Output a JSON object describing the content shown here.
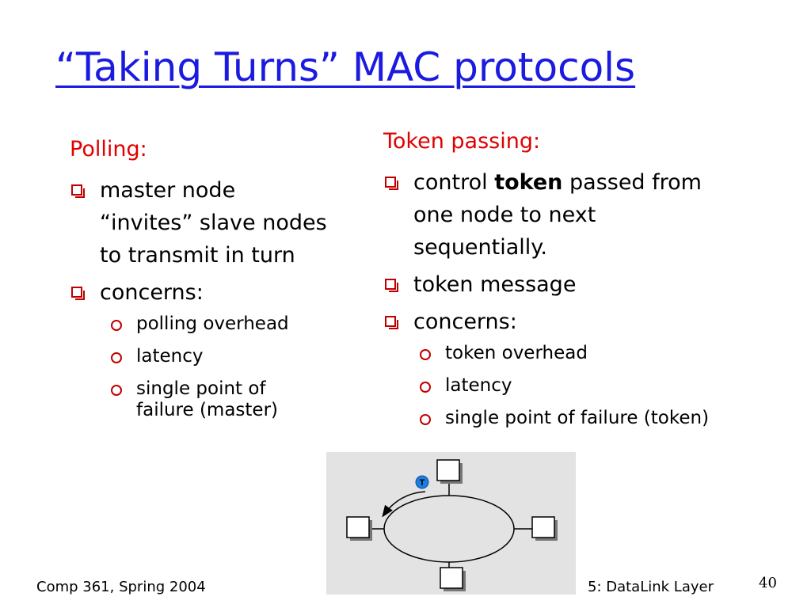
{
  "title": "“Taking Turns” MAC protocols",
  "polling": {
    "heading": "Polling:",
    "bullet1": [
      "master node",
      "“invites” slave nodes",
      "to transmit in turn"
    ],
    "bullet2": "concerns:",
    "sub": [
      {
        "lines": [
          "polling overhead"
        ]
      },
      {
        "lines": [
          "latency"
        ]
      },
      {
        "lines": [
          "single point of",
          "failure (master)"
        ]
      }
    ]
  },
  "token": {
    "heading": "Token passing:",
    "bullet1_pre": "control ",
    "bullet1_bold": "token",
    "bullet1_post": " passed from",
    "bullet1_lines": [
      "one node to next",
      "sequentially."
    ],
    "bullet2": "token message",
    "bullet3": "concerns:",
    "sub": [
      {
        "lines": [
          "token overhead"
        ]
      },
      {
        "lines": [
          "latency"
        ]
      },
      {
        "lines": [
          "single point of failure (token)"
        ]
      }
    ]
  },
  "diagram": {
    "token_label": "T",
    "token_color": "#1a7fe0"
  },
  "footer": {
    "left": "Comp 361, Spring 2004",
    "right": "5: DataLink Layer",
    "page": "40"
  }
}
